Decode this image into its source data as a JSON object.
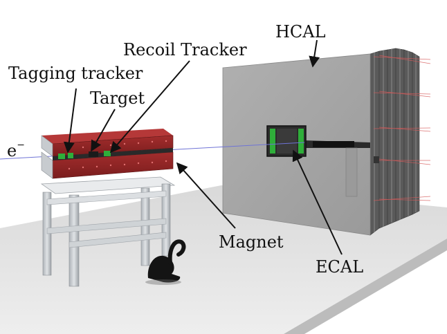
{
  "labels": {
    "hcal": "HCAL",
    "recoil_tracker": "Recoil Tracker",
    "tagging_tracker": "Tagging tracker",
    "target": "Target",
    "beam_base": "e",
    "beam_sup": "−",
    "magnet": "Magnet",
    "ecal": "ECAL"
  },
  "colors": {
    "magnet_red": "#8e2424",
    "ecal_green": "#2fae3a",
    "hcal_grey": "#a6a6a6",
    "floor": "#e4e4e4",
    "beam": "#6e73d6",
    "frame": "#c4c8cc"
  }
}
